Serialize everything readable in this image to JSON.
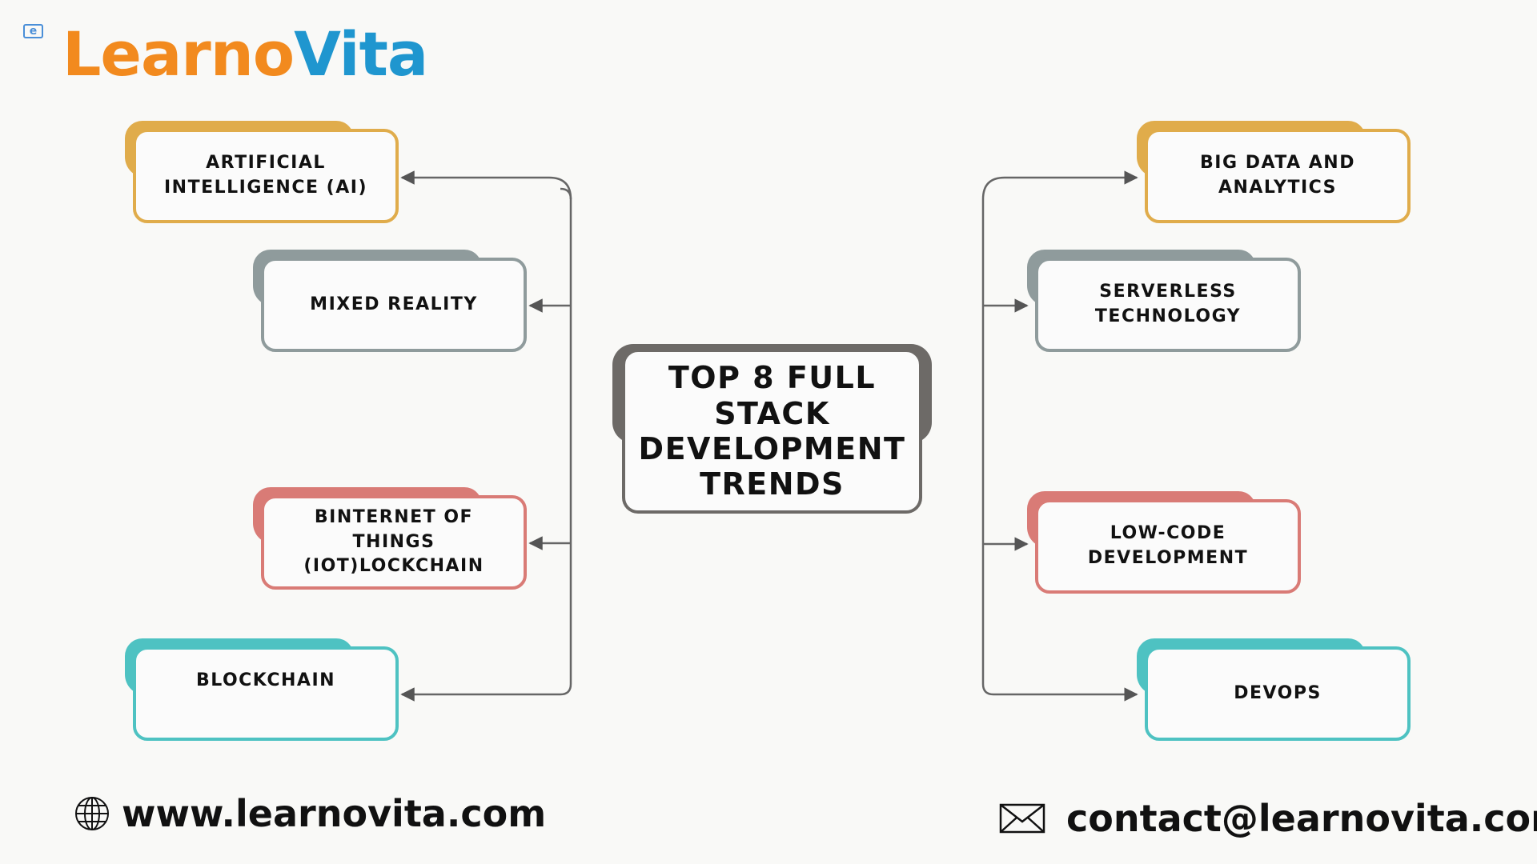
{
  "logo": {
    "badge": "e",
    "part1": "Learno",
    "part2": "Vita",
    "color1": "#f28a1e",
    "color2": "#1f96cf"
  },
  "center": {
    "title": "TOP 8 FULL\nSTACK\nDEVELOPMENT\nTRENDS"
  },
  "left_nodes": [
    {
      "label": "ARTIFICIAL\nINTELLIGENCE (AI)",
      "color": "#e0ac4b"
    },
    {
      "label": "MIXED REALITY",
      "color": "#8f9b9c"
    },
    {
      "label": "BINTERNET OF THINGS\n(IOT)LOCKCHAIN",
      "color": "#d97b76"
    },
    {
      "label": "BLOCKCHAIN",
      "color": "#4ec2c2"
    }
  ],
  "right_nodes": [
    {
      "label": "BIG DATA AND\nANALYTICS",
      "color": "#e0ac4b"
    },
    {
      "label": "SERVERLESS\nTECHNOLOGY",
      "color": "#8f9b9c"
    },
    {
      "label": "LOW-CODE\nDEVELOPMENT",
      "color": "#d97b76"
    },
    {
      "label": "DEVOPS",
      "color": "#4ec2c2"
    }
  ],
  "footer": {
    "website": "www.learnovita.com",
    "website_icon": "globe-icon",
    "email": "contact@learnovita.com",
    "email_icon": "envelope-icon"
  }
}
